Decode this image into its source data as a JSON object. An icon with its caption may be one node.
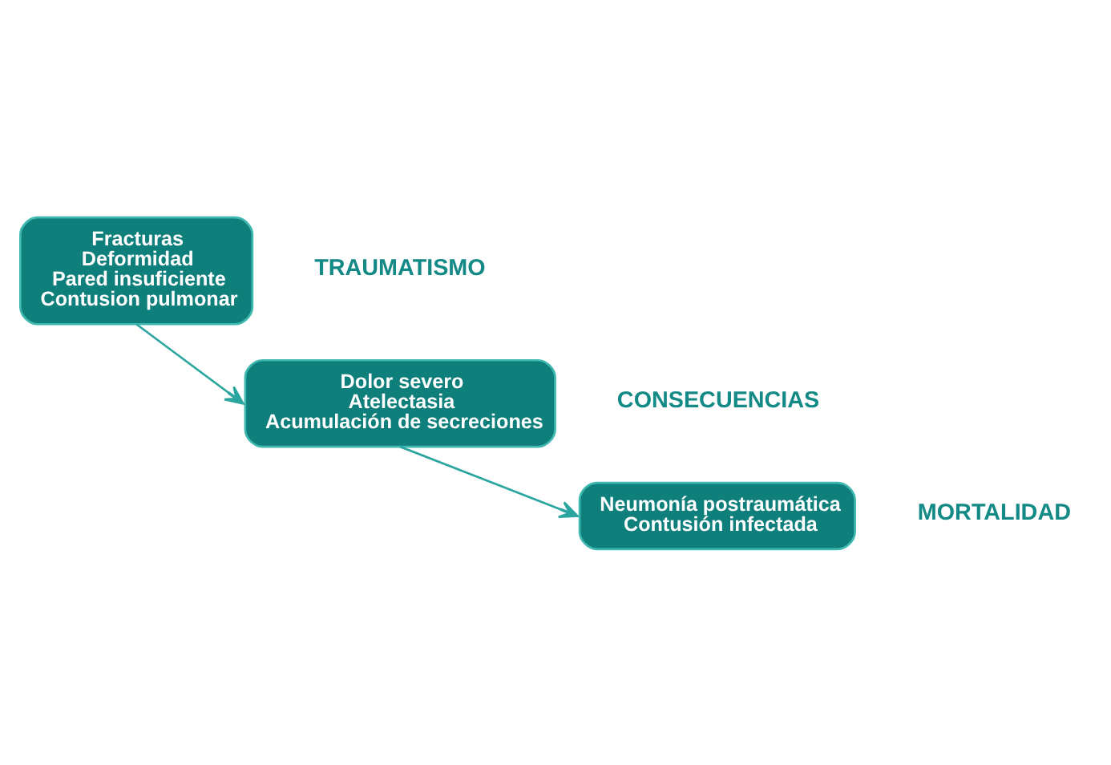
{
  "diagram": {
    "nodes": [
      {
        "text": [
          "Fracturas",
          "Deformidad",
          "Pared insuficiente",
          "Contusion pulmonar"
        ],
        "beside": [
          "TRAUMATISMO"
        ]
      },
      {
        "text": [
          "Dolor severo",
          "Atelectasia",
          "Acumulación de secreciones"
        ],
        "beside": [
          "CONSECUENCIAS"
        ]
      },
      {
        "text": [
          "Neumonía postraumática",
          "Contusión infectada"
        ],
        "beside": [
          "MORTALIDAD"
        ]
      }
    ],
    "edges": [
      {
        "from": 0,
        "to": 1,
        "arrow": "to"
      },
      {
        "from": 1,
        "to": 2,
        "arrow": "to"
      }
    ]
  }
}
